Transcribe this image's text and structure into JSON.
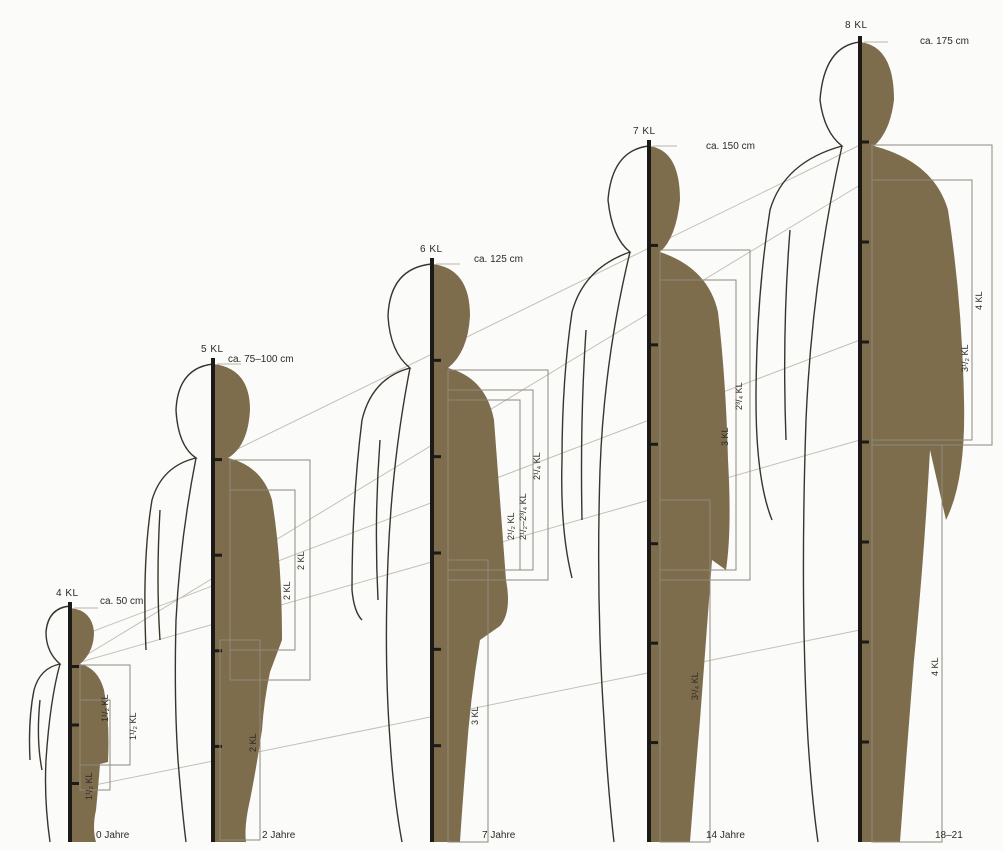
{
  "colors": {
    "shadow": "#7d6d4d",
    "ink": "#1c1a17",
    "sketch": "#3a352c",
    "guide": "#b8b4aa",
    "paper": "#fbfbf9"
  },
  "figures": [
    {
      "id": "age0",
      "head_units": "4 KL",
      "height": "ca. 50 cm",
      "age": "0 Jahre",
      "labels": [
        "1¹/₂ KL",
        "1¹/₂ KL",
        "1¹/₂ KL"
      ]
    },
    {
      "id": "age2",
      "head_units": "5 KL",
      "height": "ca. 75–100 cm",
      "age": "2 Jahre",
      "labels": [
        "2 KL",
        "2 KL",
        "2 KL"
      ]
    },
    {
      "id": "age7",
      "head_units": "6 KL",
      "height": "ca. 125 cm",
      "age": "7 Jahre",
      "labels": [
        "2¹/₄ KL",
        "2¹/₂–2³/₄ KL",
        "2¹/₂ KL",
        "3 KL"
      ]
    },
    {
      "id": "age14",
      "head_units": "7 KL",
      "height": "ca. 150 cm",
      "age": "14 Jahre",
      "labels": [
        "2³/₄ KL",
        "3 KL",
        "3¹/₄ KL"
      ]
    },
    {
      "id": "adult",
      "head_units": "8 KL",
      "height": "ca. 175 cm",
      "age": "18–21",
      "labels": [
        "4 KL",
        "3¹/₂ KL",
        "4 KL"
      ]
    }
  ]
}
